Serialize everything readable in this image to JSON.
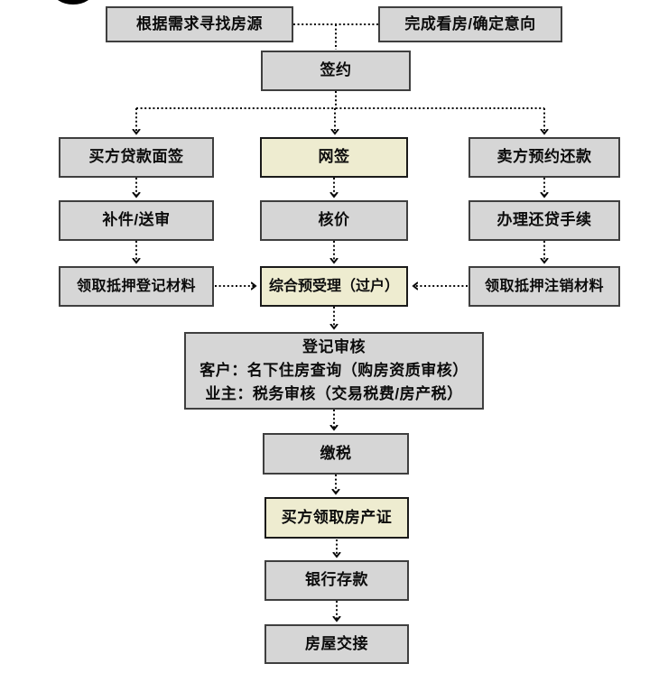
{
  "colors": {
    "node_fill": "#d6d6d6",
    "node_border": "#3f3f3f",
    "highlight_fill": "#eeecd0",
    "highlight_border": "#1a1a1a",
    "connector": "#0a0a0a",
    "decoration": "#000000"
  },
  "nodes": {
    "find_house": "根据需求寻找房源",
    "confirm_intent": "完成看房/确定意向",
    "sign_contract": "签约",
    "buyer_loan_interview": "买方贷款面签",
    "online_sign": "网签",
    "seller_repay_appointment": "卖方预约还款",
    "supplement_review": "补件/送审",
    "price_check": "核价",
    "loan_repayment": "办理还贷手续",
    "mortgage_reg_materials": "领取抵押登记材料",
    "pre_acceptance": "综合预受理（过户）",
    "mortgage_cancel_materials": "领取抵押注销材料",
    "registration_review": {
      "title": "登记审核",
      "line_buyer": "客户：名下住房查询（购房资质审核）",
      "line_owner": "业主：税务审核（交易税费/房产税）"
    },
    "pay_tax": "缴税",
    "get_certificate": "买方领取房产证",
    "bank_deposit": "银行存款",
    "house_handover": "房屋交接"
  }
}
